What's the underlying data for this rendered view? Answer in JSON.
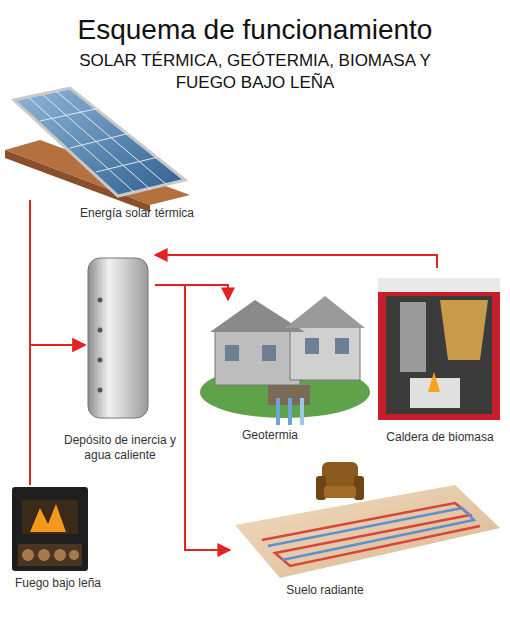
{
  "diagram": {
    "title": "Esquema de funcionamiento",
    "nodes": [
      {
        "text": [
          "Energía solar térmica"
        ]
      },
      {
        "text": [
          "Depósito de inercia y agua caliente"
        ]
      },
      {
        "text": [
          "Geotermia"
        ]
      },
      {
        "text": [
          "Caldera de biomasa"
        ]
      },
      {
        "text": [
          "Fuego bajo leña"
        ]
      },
      {
        "text": [
          "Suelo radiante"
        ]
      }
    ],
    "edges": [
      {
        "from": 0,
        "to": 1,
        "arrow": "to"
      },
      {
        "from": 1,
        "to": 2,
        "arrow": "to"
      },
      {
        "from": 3,
        "to": 1,
        "arrow": "to"
      },
      {
        "from": 4,
        "to": 1,
        "arrow": "to"
      },
      {
        "from": 1,
        "to": 5,
        "arrow": "to"
      }
    ],
    "labels": [
      "SOLAR TÉRMICA, GEÓTERMIA, BIOMASA Y FUEGO BAJO LEÑA"
    ]
  }
}
